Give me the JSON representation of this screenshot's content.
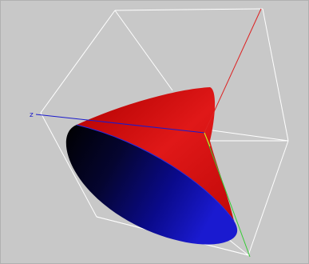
{
  "scene": {
    "background": "#c8c8c8",
    "bounding_box_color": "#ffffff",
    "surface": {
      "shape": "cone",
      "outer_color": "#cc1111",
      "inner_color": "#0a0a9a"
    },
    "axes": [
      {
        "name": "x",
        "color": "#dd2222",
        "label": ""
      },
      {
        "name": "y",
        "color": "#33cc33",
        "label": ""
      },
      {
        "name": "z",
        "color": "#1a1acc",
        "label": "z"
      }
    ]
  }
}
